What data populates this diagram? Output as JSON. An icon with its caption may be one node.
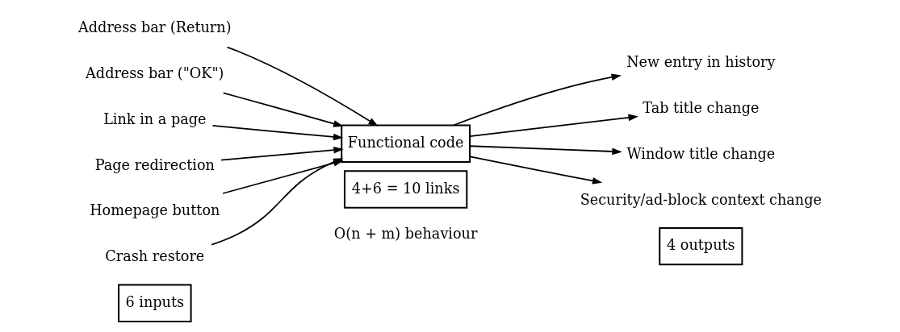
{
  "diagram": {
    "nodes": [
      {
        "text": [
          "Address bar (Return)"
        ]
      },
      {
        "text": [
          "Address bar (\"OK\")"
        ]
      },
      {
        "text": [
          "Link in a page"
        ]
      },
      {
        "text": [
          "Page redirection"
        ]
      },
      {
        "text": [
          "Homepage button"
        ]
      },
      {
        "text": [
          "Crash restore"
        ]
      },
      {
        "text": [
          "Functional code"
        ]
      },
      {
        "text": [
          "New entry in history"
        ]
      },
      {
        "text": [
          "Tab title change"
        ]
      },
      {
        "text": [
          "Window title change"
        ]
      },
      {
        "text": [
          "Security/ad-block context change"
        ]
      },
      {
        "text": [
          "6 inputs"
        ]
      },
      {
        "text": [
          "4 outputs"
        ]
      },
      {
        "text": [
          "4+6 = 10 links"
        ]
      }
    ],
    "edges": [
      {
        "from": 0,
        "to": 6,
        "arrow": "to"
      },
      {
        "from": 1,
        "to": 6,
        "arrow": "to"
      },
      {
        "from": 2,
        "to": 6,
        "arrow": "to"
      },
      {
        "from": 3,
        "to": 6,
        "arrow": "to"
      },
      {
        "from": 4,
        "to": 6,
        "arrow": "to"
      },
      {
        "from": 5,
        "to": 6,
        "arrow": "to"
      },
      {
        "from": 6,
        "to": 7,
        "arrow": "to"
      },
      {
        "from": 6,
        "to": 8,
        "arrow": "to"
      },
      {
        "from": 6,
        "to": 9,
        "arrow": "to"
      },
      {
        "from": 6,
        "to": 10,
        "arrow": "to"
      }
    ],
    "labels": [
      "O(n + m) behaviour"
    ]
  }
}
